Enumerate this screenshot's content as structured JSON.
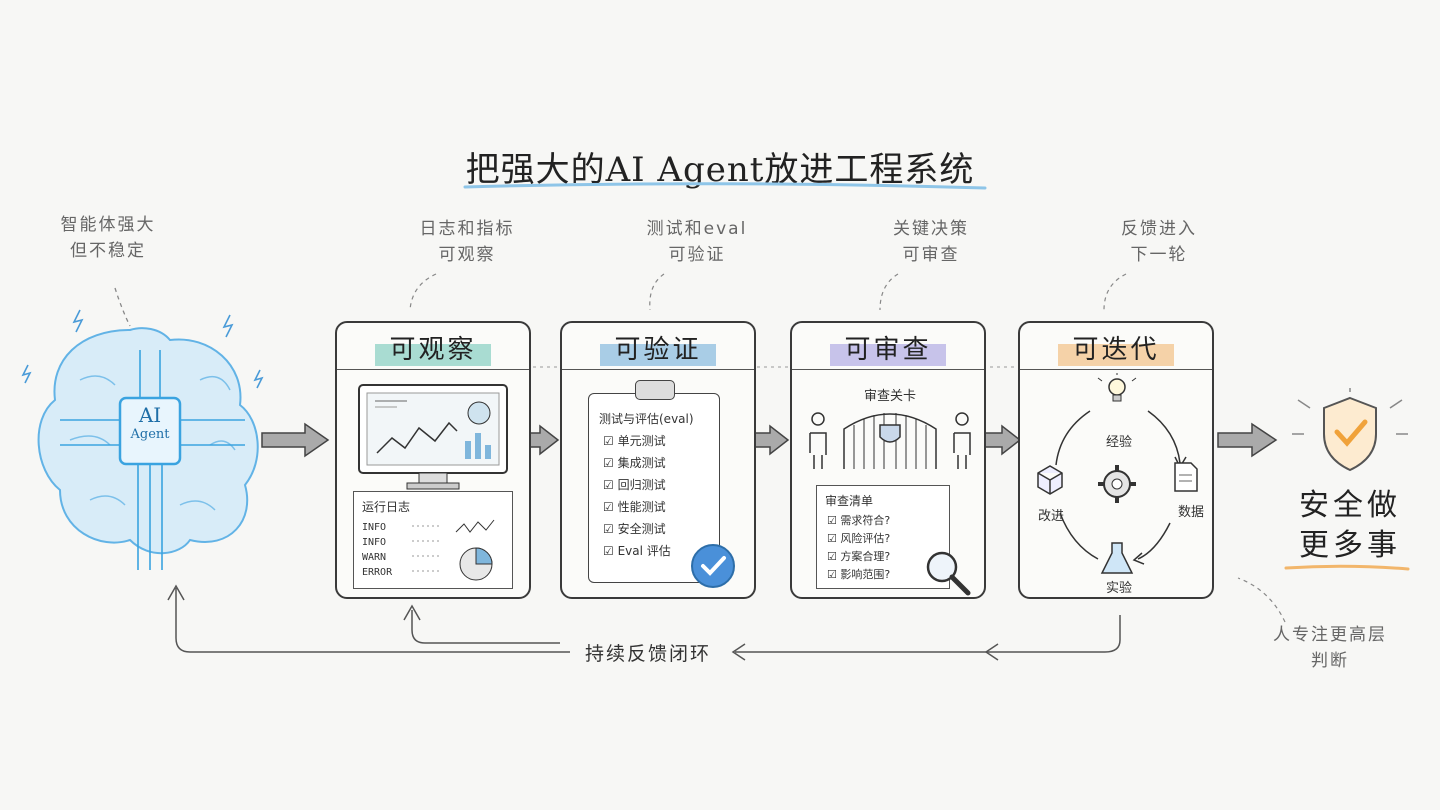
{
  "title": "把强大的AI Agent放进工程系统",
  "brain": {
    "note_line1": "智能体强大",
    "note_line2": "但不稳定",
    "chip_line1": "AI",
    "chip_line2": "Agent"
  },
  "cards": [
    {
      "note_line1": "日志和指标",
      "note_line2": "可观察",
      "title": "可观察",
      "highlight": "#a9dcd2",
      "log_title": "运行日志",
      "log_lines": [
        "INFO",
        "INFO",
        "WARN",
        "ERROR"
      ]
    },
    {
      "note_line1": "测试和eval",
      "note_line2": "可验证",
      "title": "可验证",
      "highlight": "#a9cde6",
      "clipboard_title": "测试与评估(eval)",
      "checklist": [
        "单元测试",
        "集成测试",
        "回归测试",
        "性能测试",
        "安全测试",
        "Eval 评估"
      ]
    },
    {
      "note_line1": "关键决策",
      "note_line2": "可审查",
      "title": "可审查",
      "highlight": "#c7c3ea",
      "gate_label": "审查关卡",
      "review_title": "审查清单",
      "review_items": [
        "需求符合?",
        "风险评估?",
        "方案合理?",
        "影响范围?"
      ]
    },
    {
      "note_line1": "反馈进入",
      "note_line2": "下一轮",
      "title": "可迭代",
      "highlight": "#f5d2a8",
      "cycle": [
        "经验",
        "数据",
        "实验",
        "改进"
      ]
    }
  ],
  "result": {
    "line1": "安全做",
    "line2": "更多事",
    "note_line1": "人专注更高层",
    "note_line2": "判断"
  },
  "feedback_loop_label": "持续反馈闭环",
  "colors": {
    "ai_blue": "#3aa3e0",
    "check_blue": "#4a90d9",
    "shield_orange": "#f0a23a",
    "underline_blue": "#8ec5e8",
    "underline_orange": "#f2b66b"
  }
}
